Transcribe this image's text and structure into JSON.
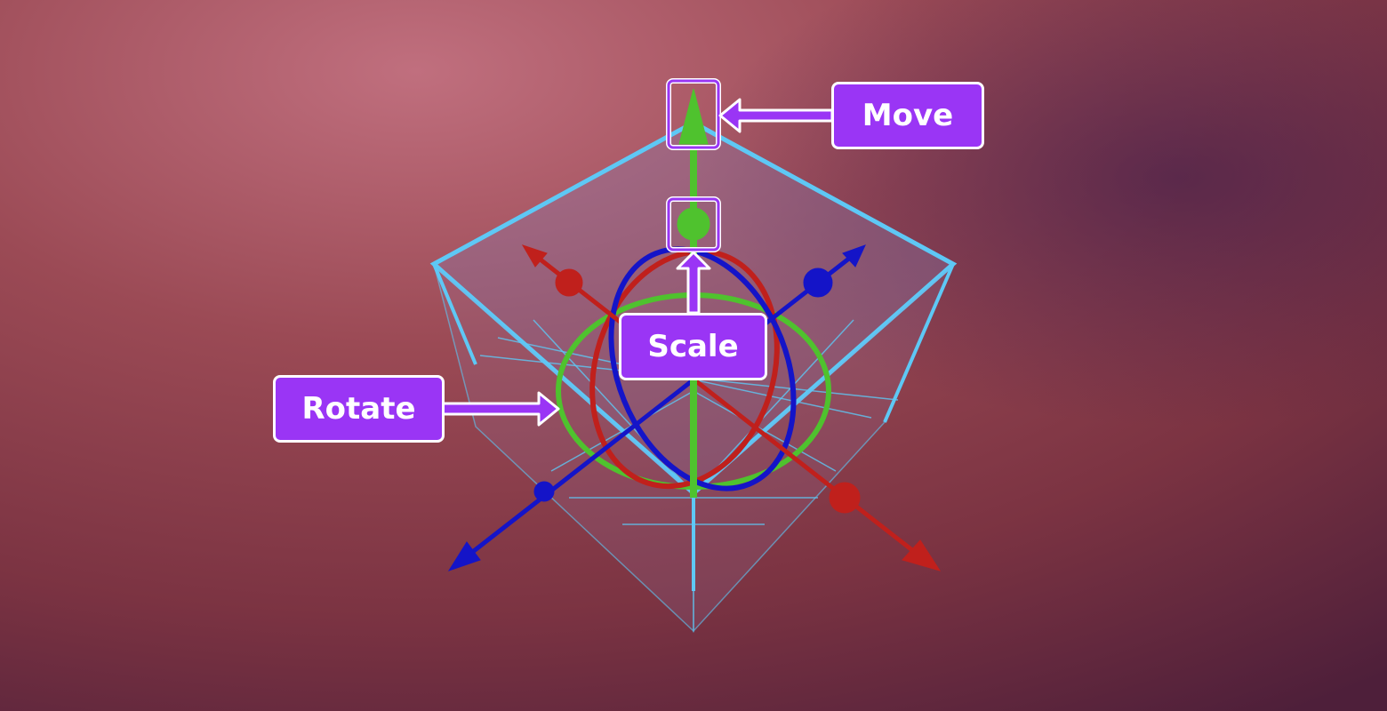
{
  "labels": {
    "move": "Move",
    "scale": "Scale",
    "rotate": "Rotate"
  },
  "colors": {
    "label_bg": "#9a35f5",
    "label_border": "#ffffff",
    "x_axis": "#c0201c",
    "y_axis": "#4fc22e",
    "z_axis": "#1414c8",
    "bounding_box": "#5ec8f5"
  }
}
